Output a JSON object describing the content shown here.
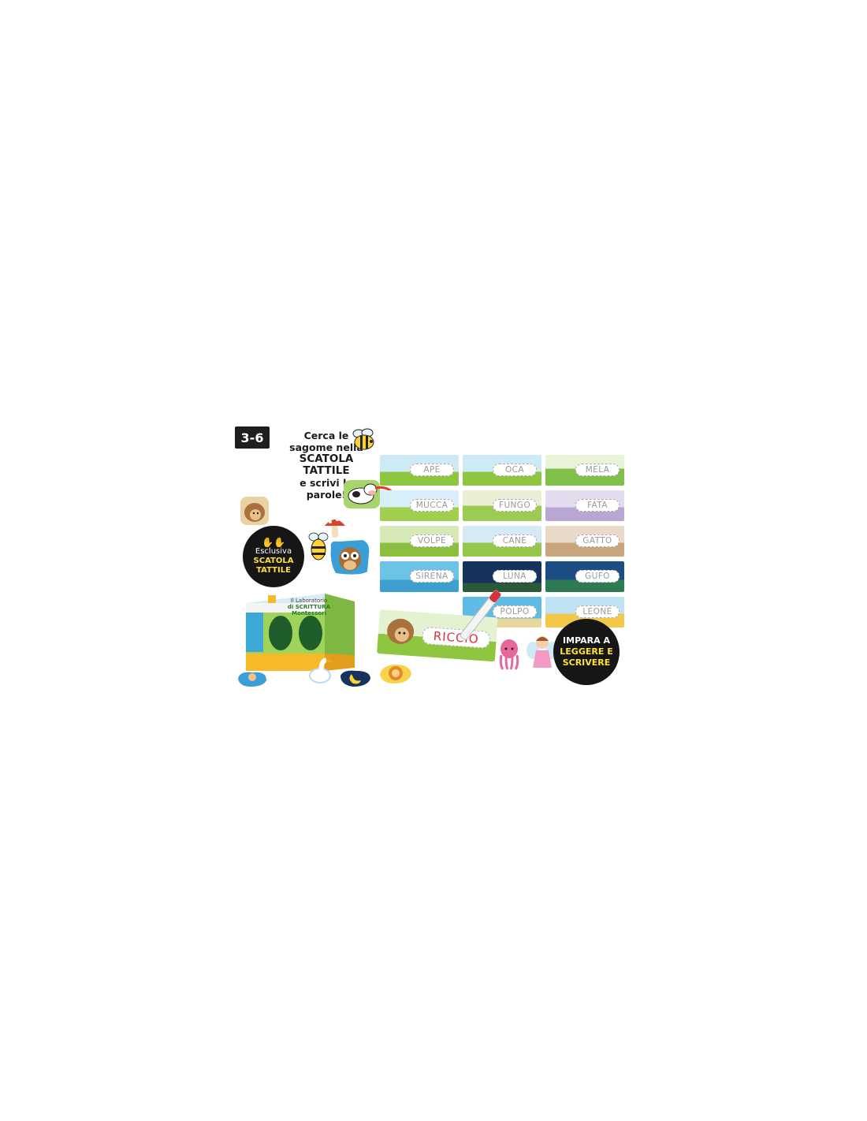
{
  "age_badge": "3-6",
  "headline": {
    "line1": "Cerca le",
    "line2": "sagome nella",
    "line3": "SCATOLA TATTILE",
    "line4": "e scrivi le",
    "line5": "parole!"
  },
  "badge_exclusive": {
    "line1": "Esclusiva",
    "line2": "SCATOLA",
    "line3": "TATTILE"
  },
  "badge_learn": {
    "line1": "IMPARA A",
    "line2": "LEGGERE E",
    "line3": "SCRIVERE"
  },
  "box_label": {
    "line1": "Il Laboratorio",
    "line2": "di SCRITTURA Montessori"
  },
  "cards": [
    {
      "word": "APE",
      "theme": "meadow-flowers"
    },
    {
      "word": "OCA",
      "theme": "pond"
    },
    {
      "word": "MELA",
      "theme": "tree"
    },
    {
      "word": "MUCCA",
      "theme": "meadow"
    },
    {
      "word": "FUNGO",
      "theme": "forest-floor"
    },
    {
      "word": "FATA",
      "theme": "fairy-garden"
    },
    {
      "word": "VOLPE",
      "theme": "forest"
    },
    {
      "word": "CANE",
      "theme": "garden"
    },
    {
      "word": "GATTO",
      "theme": "house"
    },
    {
      "word": "SIRENA",
      "theme": "sea"
    },
    {
      "word": "LUNA",
      "theme": "night"
    },
    {
      "word": "GUFO",
      "theme": "night-forest"
    },
    {
      "word": "POLPO",
      "theme": "sea"
    },
    {
      "word": "LEONE",
      "theme": "savannah"
    }
  ],
  "big_card_word": "RICCIO",
  "colors": {
    "badge_bg": "#161616",
    "badge_highlight": "#ffe037",
    "grass": "#8fc640",
    "sky": "#aee0f7",
    "sea": "#3da9d9"
  }
}
